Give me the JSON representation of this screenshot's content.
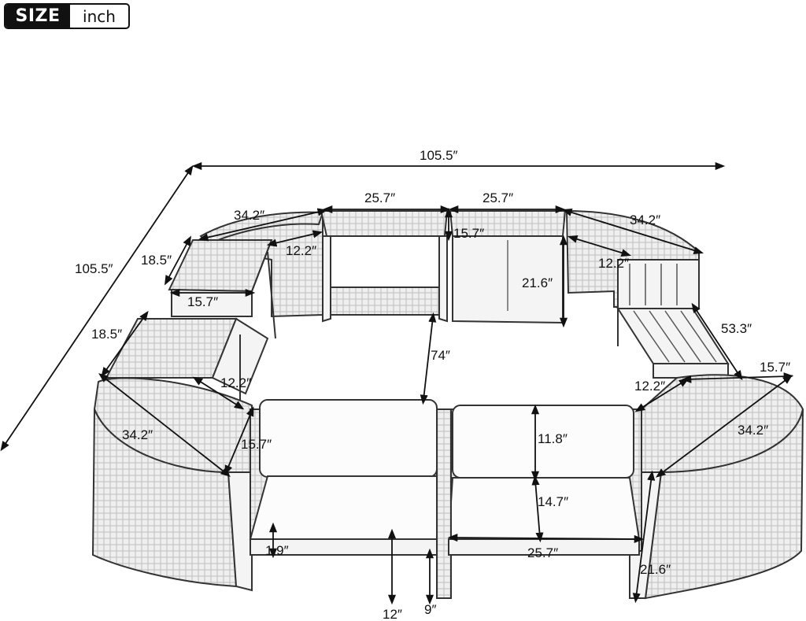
{
  "badge": {
    "label": "SIZE",
    "unit": "inch"
  },
  "dimensions": {
    "overall_width": "105.5″",
    "overall_depth": "105.5″",
    "corner_left_back_length": "34.2″",
    "corner_left_back_depth": "12.2″",
    "center_back_left_width": "25.7″",
    "center_back_right_width": "25.7″",
    "corner_right_back_length": "34.2″",
    "corner_right_back_depth": "12.2″",
    "left_table_depth": "18.5″",
    "left_table_width": "15.7″",
    "center_back_height": "15.7″",
    "center_back_seat_height": "21.6″",
    "right_bench_length": "53.3″",
    "inner_depth": "74″",
    "left_front_table_depth": "18.5″",
    "left_front_inner": "12.2″",
    "right_front_inner": "12.2″",
    "right_front_width": "15.7″",
    "left_front_corner_length": "34.2″",
    "left_front_corner_width": "15.7″",
    "right_front_corner_length": "34.2″",
    "back_cushion_height": "11.8″",
    "seat_depth": "14.7″",
    "seat_width": "25.7″",
    "front_height": "21.6″",
    "leg_height_a": "1.9″",
    "seat_height": "12″",
    "leg_height_b": "9″"
  }
}
